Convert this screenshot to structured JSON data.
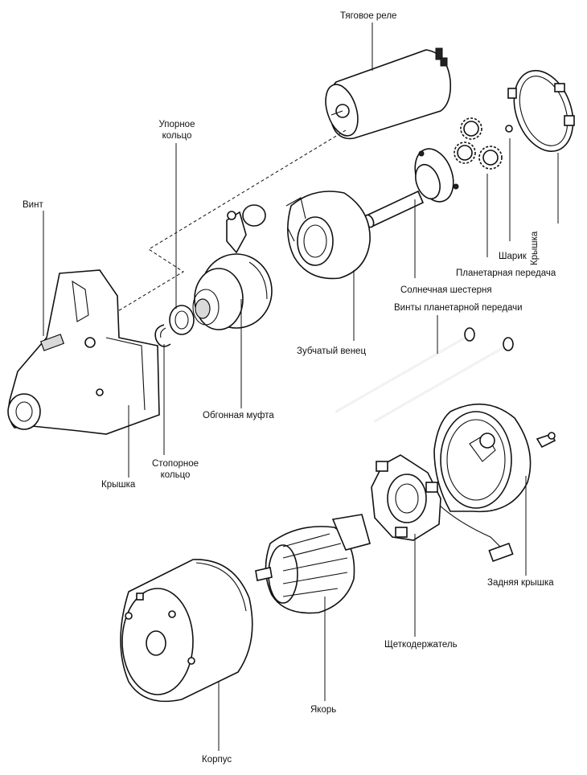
{
  "labels": {
    "solenoid": "Тяговое реле",
    "thrust_ring": "Упорное\nкольцо",
    "screw": "Винт",
    "cover_right": "Крышка",
    "ball": "Шарик",
    "planetary_gear": "Планетарная передача",
    "sun_gear": "Солнечная шестерня",
    "planetary_screws": "Винты планетарной передачи",
    "ring_gear": "Зубчатый венец",
    "overrunning_clutch": "Обгонная муфта",
    "cover_left": "Крышка",
    "retaining_ring": "Стопорное\nкольцо",
    "rear_cover": "Задняя крышка",
    "brush_holder": "Щеткодержатель",
    "armature": "Якорь",
    "housing": "Корпус"
  }
}
